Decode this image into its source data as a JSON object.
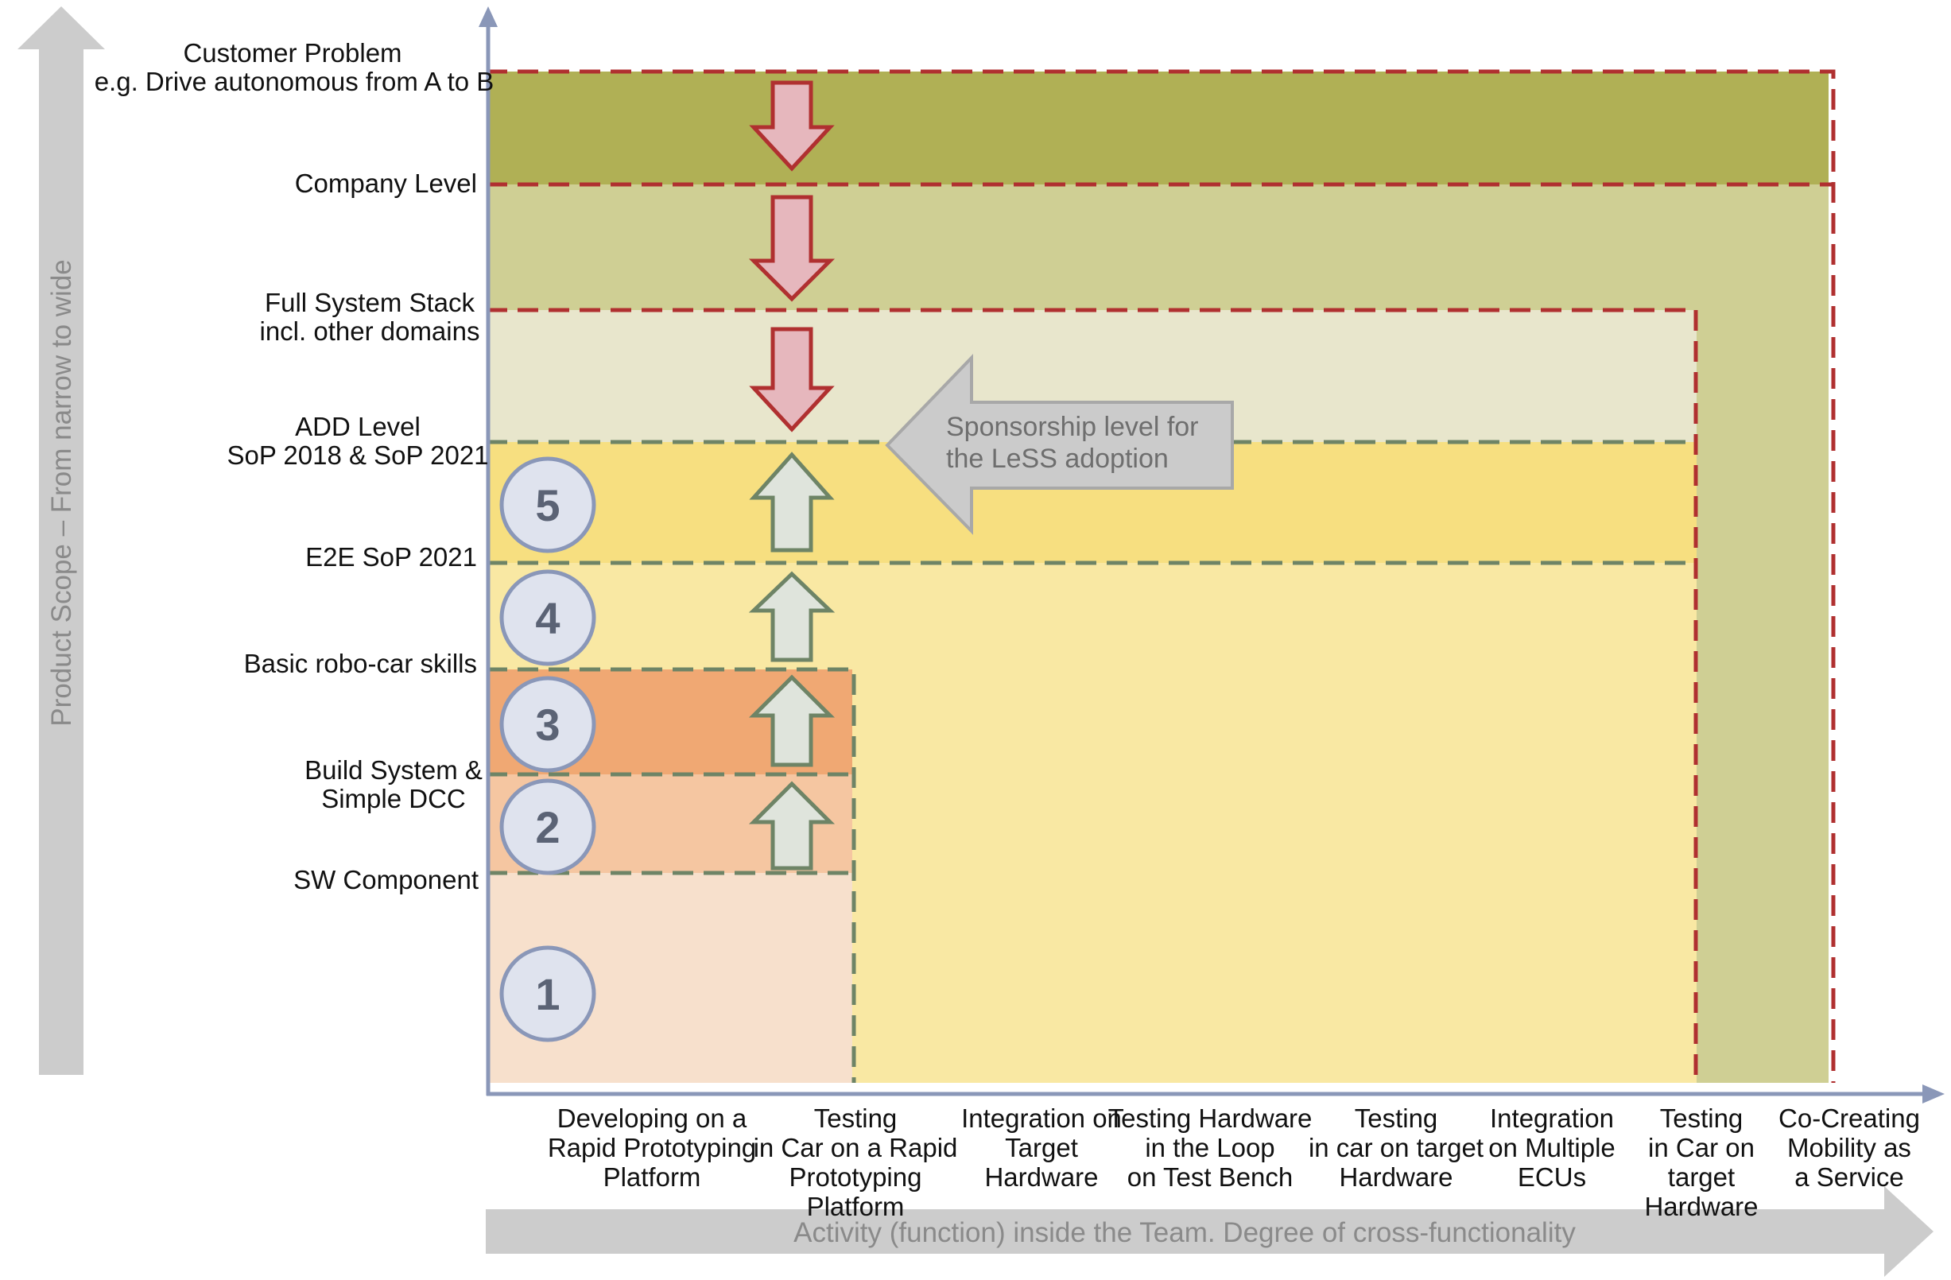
{
  "y_axis_title": "Product Scope – From narrow to wide",
  "x_axis_title": "Activity (function) inside the Team. Degree of cross-functionality",
  "sponsorship_callout": [
    "Sponsorship level for",
    "the LeSS adoption"
  ],
  "y_levels": [
    [
      "Customer Problem",
      "e.g. Drive autonomous from A to B"
    ],
    [
      "Company Level"
    ],
    [
      "Full System Stack",
      "incl. other domains"
    ],
    [
      "ADD Level",
      "SoP 2018 & SoP 2021"
    ],
    [
      "E2E SoP 2021"
    ],
    [
      "Basic robo-car skills"
    ],
    [
      "Build System &",
      "Simple DCC"
    ],
    [
      "SW Component"
    ]
  ],
  "x_activities": [
    [
      "Developing on a",
      "Rapid Prototyping",
      "Platform"
    ],
    [
      "Testing",
      "in Car on a Rapid",
      "Prototyping",
      "Platform"
    ],
    [
      "Integration on",
      "Target",
      "Hardware"
    ],
    [
      "Testing Hardware",
      "in the Loop",
      "on Test Bench"
    ],
    [
      "Testing",
      "in car on target",
      "Hardware"
    ],
    [
      "Integration",
      "on  Multiple",
      "ECUs"
    ],
    [
      "Testing",
      "in Car on",
      "target",
      "Hardware"
    ],
    [
      "Co-Creating",
      "Mobility as",
      "a Service"
    ]
  ],
  "stage_numbers": [
    "1",
    "2",
    "3",
    "4",
    "5"
  ],
  "colors": {
    "customer_band": "#b0b055",
    "company_band": "#cfcf94",
    "fullstack_band": "#e8e6cc",
    "add_band": "#f7df80",
    "e2e_band": "#f9e8a3",
    "stage3_band": "#f0a873",
    "stage2_band": "#f5c6a1",
    "stage1_band": "#f7e0cc",
    "red_dash": "#b03030",
    "green_dash": "#6e8466",
    "down_arrow_fill": "#e6b7bd",
    "up_arrow_fill": "#dfe4dc",
    "circle_fill": "#dfe3ee",
    "axis": "#8a97b8",
    "grey_band": "#cccccc"
  }
}
